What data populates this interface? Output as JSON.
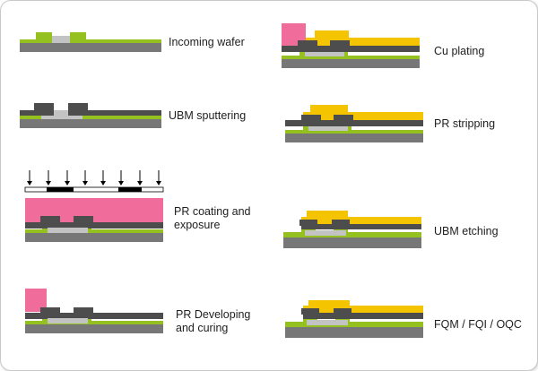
{
  "colors": {
    "substrate": "#777777",
    "passivation": "#94c11f",
    "pad": "#c3c3c3",
    "ubm": "#4d4d4d",
    "photoresist": "#f06c9b",
    "copper": "#f5c400",
    "mask_dark": "#000000",
    "mask_clear": "#ffffff",
    "arrow": "#000000"
  },
  "steps": [
    {
      "label": "Incoming wafer"
    },
    {
      "label": "UBM sputtering"
    },
    {
      "label_lines": [
        "PR coating and",
        "exposure"
      ]
    },
    {
      "label_lines": [
        "PR Developing",
        "and curing"
      ]
    },
    {
      "label": "Cu plating"
    },
    {
      "label": "PR stripping"
    },
    {
      "label": "UBM etching"
    },
    {
      "label": "FQM / FQI / OQC"
    }
  ]
}
